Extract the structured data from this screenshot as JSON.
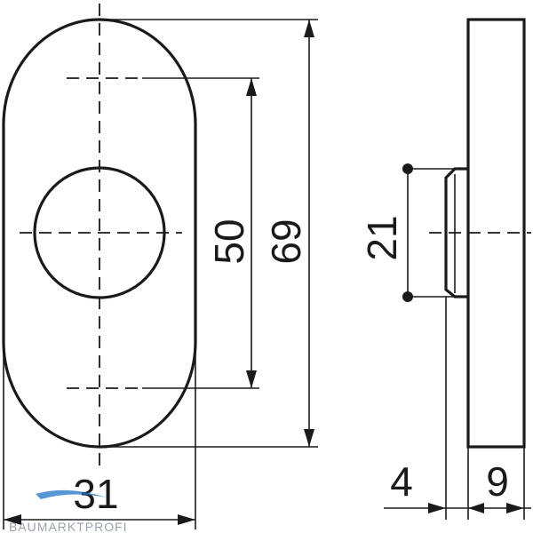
{
  "drawing": {
    "dimensions": {
      "total_height": "69",
      "hole_spacing": "50",
      "width": "31",
      "boss_diameter": "21",
      "boss_depth": "4",
      "plate_thickness": "9"
    },
    "watermark": {
      "text": "BAUMARKTPROFI",
      "accent_color": "#1e73c9"
    },
    "colors": {
      "line": "#1a1a1a",
      "background": "#ffffff"
    }
  }
}
